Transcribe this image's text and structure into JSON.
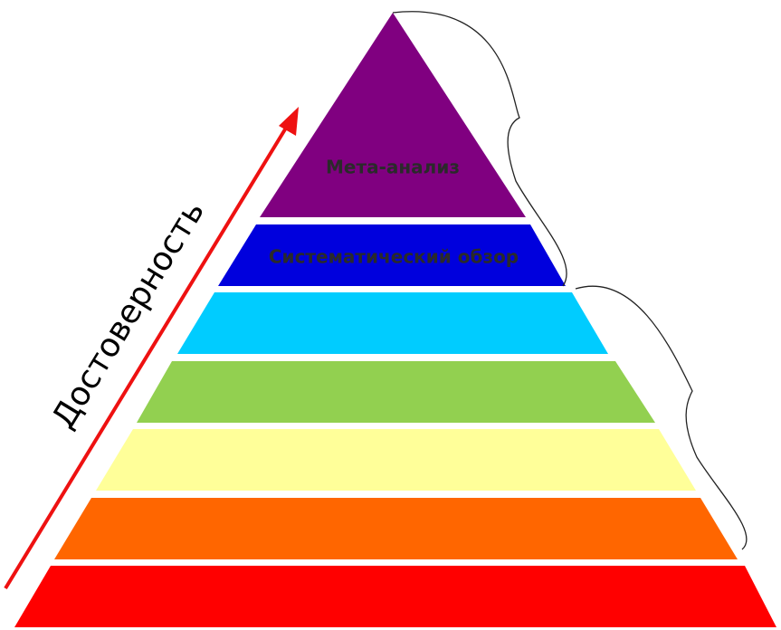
{
  "axis": {
    "label": "Достоверность",
    "arrow_color": "#ee1111"
  },
  "tiers": [
    {
      "label": "Мета-анализ",
      "color": "#800080"
    },
    {
      "label": "Систематический обзор",
      "color": "#0000dd"
    },
    {
      "label": "",
      "color": "#00ccff"
    },
    {
      "label": "",
      "color": "#92d050"
    },
    {
      "label": "",
      "color": "#ffff99"
    },
    {
      "label": "",
      "color": "#ff6600"
    },
    {
      "label": "",
      "color": "#ff0000"
    }
  ],
  "brace_groups": [
    {
      "label": "",
      "from_tier": 0,
      "to_tier": 1
    },
    {
      "label": "",
      "from_tier": 2,
      "to_tier": 5
    }
  ]
}
